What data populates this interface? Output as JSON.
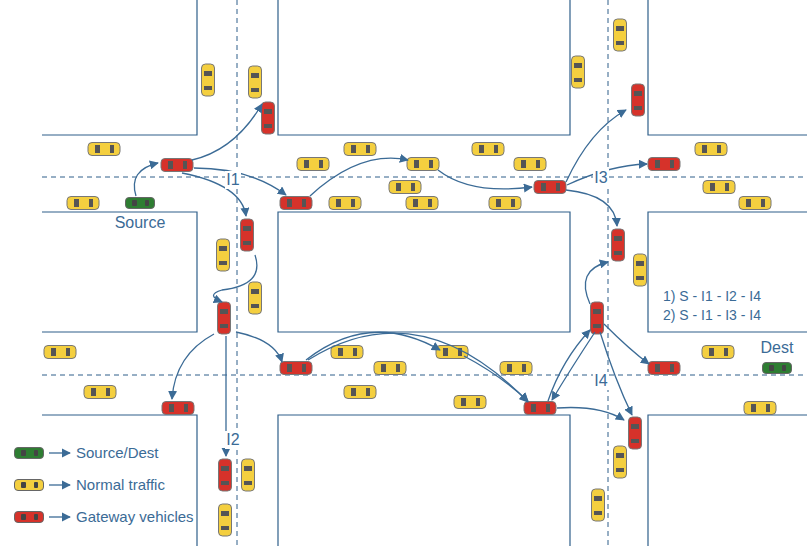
{
  "diagram": {
    "nodes": [
      {
        "text": [
          "Source"
        ]
      },
      {
        "text": [
          "Dest"
        ]
      }
    ],
    "labels": [
      "I1",
      "I2",
      "I3",
      "I4",
      "1) S - I1 - I2 - I4",
      "2) S - I1 - I3 - I4"
    ],
    "legend": [
      {
        "text": "Source/Dest",
        "color": "#2e7d32"
      },
      {
        "text": "Normal traffic",
        "color": "#f4cf3f"
      },
      {
        "text": "Gateway vehicles",
        "color": "#d6322a"
      }
    ]
  }
}
